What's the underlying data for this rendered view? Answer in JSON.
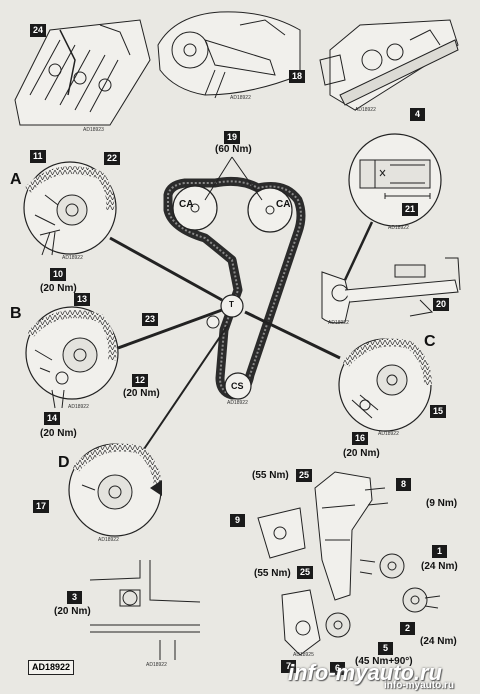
{
  "thumbnails": [
    {
      "number": "24",
      "ref": "AD18923"
    },
    {
      "number": "18",
      "ref": "AD18922"
    },
    {
      "number": "4",
      "ref": "AD18922"
    }
  ],
  "main": {
    "callout_19": "19",
    "torque_19": "(60 Nm)",
    "pulley_ca_left": "CA",
    "pulley_ca_right": "CA",
    "pulley_t": "T",
    "pulley_cs": "CS",
    "main_ref": "AD18922"
  },
  "detail_a": {
    "letter": "A",
    "c11": "11",
    "c22": "22",
    "c10": "10",
    "torque": "(20 Nm)",
    "ref": "AD18922"
  },
  "detail_b": {
    "letter": "B",
    "c13": "13",
    "c23": "23",
    "c12": "12",
    "torque_12": "(20 Nm)",
    "c14": "14",
    "torque_14": "(20 Nm)",
    "ref": "AD18922"
  },
  "detail_c": {
    "letter": "C",
    "c15": "15",
    "c16": "16",
    "torque": "(20 Nm)",
    "ref": "AD18922"
  },
  "detail_d": {
    "letter": "D",
    "c17": "17",
    "ref": "AD18922"
  },
  "tool_inset": {
    "c21": "21",
    "ref": "AD18922"
  },
  "gauge": {
    "c20": "20",
    "ref": "AD18922"
  },
  "exploded": {
    "c25_top": "25",
    "torque_55_top": "(55 Nm)",
    "c8": "8",
    "torque_9": "(9 Nm)",
    "c9": "9",
    "c1": "1",
    "torque_24_a": "(24 Nm)",
    "c25_bot": "25",
    "torque_55_bot": "(55 Nm)",
    "c2": "2",
    "torque_24_b": "(24 Nm)",
    "c5": "5",
    "torque_45": "(45 Nm+90°)",
    "c7": "7",
    "c6": "6",
    "ref": "AD18925"
  },
  "bottom_inset": {
    "c3": "3",
    "torque": "(20 Nm)",
    "ref": "AD18922"
  },
  "figure_code": "AD18922",
  "watermark": {
    "big": "info-myauto.ru",
    "small": "info-myauto.ru"
  }
}
